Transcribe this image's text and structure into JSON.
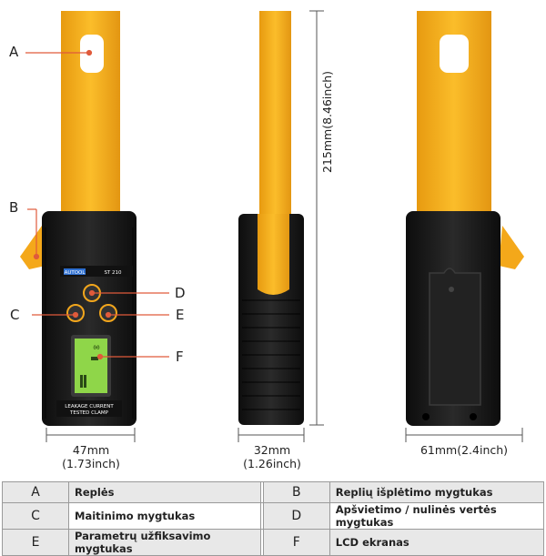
{
  "callouts": {
    "a": "A",
    "b": "B",
    "c": "C",
    "d": "D",
    "e": "E",
    "f": "F"
  },
  "device": {
    "brand": "AUTOOL",
    "model": "ST 210",
    "bottom_line1": "LEAKAGE CURRENT",
    "bottom_line2": "TESTED CLAMP",
    "lcd_digits": "00"
  },
  "dimensions": {
    "width_mm": "47mm",
    "width_in": "(1.73inch)",
    "depth_mm": "32mm",
    "depth_in": "(1.26inch)",
    "back_width": "61mm(2.4inch)",
    "height": "215mm(8.46inch)"
  },
  "legend": [
    {
      "k1": "A",
      "v1": "Replės",
      "k2": "B",
      "v2": "Replių išplėtimo mygtukas"
    },
    {
      "k1": "C",
      "v1": "Maitinimo mygtukas",
      "k2": "D",
      "v2": "Apšvietimo / nulinės vertės mygtukas"
    },
    {
      "k1": "E",
      "v1": "Parametrų užfiksavimo mygtukas",
      "k2": "F",
      "v2": "LCD ekranas"
    }
  ],
  "colors": {
    "clamp_yellow": "#f7b21b",
    "body_black": "#1b1b1b",
    "lcd_green": "#8fd649",
    "callout_red": "#e05a3b"
  }
}
